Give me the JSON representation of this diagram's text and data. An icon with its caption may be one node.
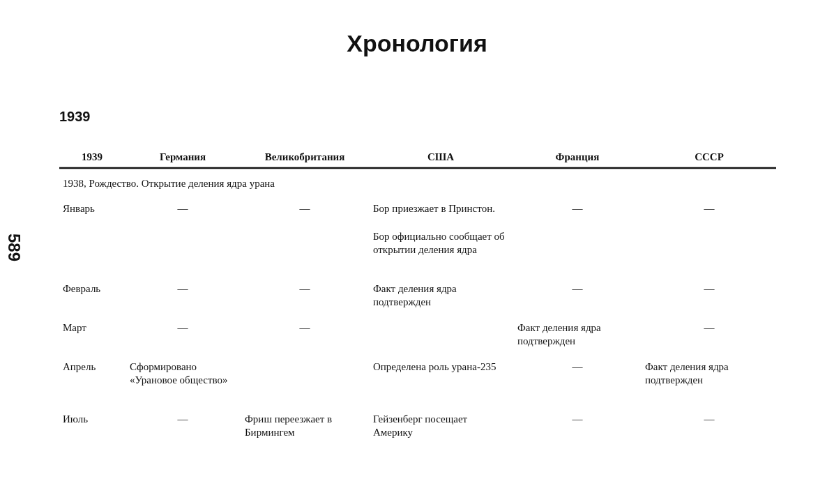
{
  "diagram": {
    "title": "Хронология",
    "labels": [
      "589",
      "1939",
      "1939",
      "Германия",
      "Великобритания",
      "США",
      "Франция",
      "СССР",
      "1938, Рождество. Открытие деления ядра урана",
      "Январь",
      "—",
      "—",
      "Бор приезжает в Принстон.",
      "Бор официально сообщает об открытии деления ядра",
      "—",
      "—",
      "Февраль",
      "—",
      "—",
      "Факт деления ядра подтвержден",
      "—",
      "—",
      "Март",
      "—",
      "—",
      "Факт деления ядра подтвержден",
      "—",
      "Апрель",
      "Сформировано «Урановое общество»",
      "Определена роль урана-235",
      "—",
      "Факт деления ядра подтвержден",
      "Июль",
      "—",
      "Фриш переезжает в Бирмингем",
      "Гейзенберг посещает Америку",
      "—",
      "—"
    ]
  }
}
